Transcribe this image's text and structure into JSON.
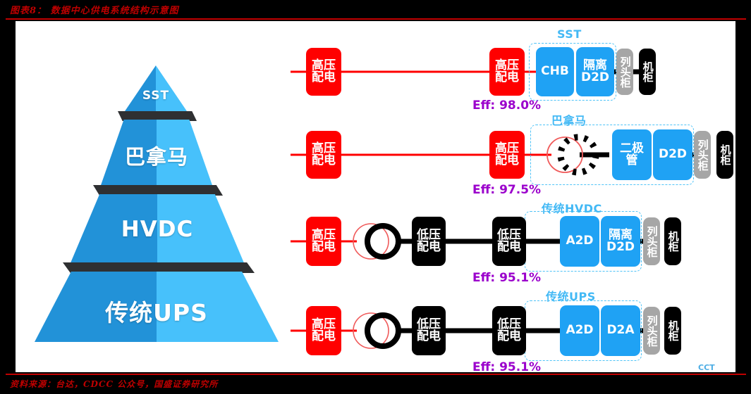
{
  "figure": {
    "title": "图表8： 数据中心供电系统结构示意图",
    "source": "资料来源：台达，CDCC 公众号，国盛证券研究所",
    "watermark": "CCT"
  },
  "colors": {
    "accent_red": "#FF0000",
    "rule_red": "#C00000",
    "title_red": "#BE0000",
    "pyramid_left": "#2292D8",
    "pyramid_right": "#47C1FB",
    "pyramid_band": "#2F3032",
    "node_blue": "#1FA2F4",
    "node_gray": "#A6A6A6",
    "node_black": "#000000",
    "group_outline": "#4FC3F7",
    "group_title": "#43B9F5",
    "eff_purple": "#9B00CC"
  },
  "pyramid": {
    "levels": [
      {
        "label": "SST",
        "font_size": "17px"
      },
      {
        "label": "巴拿马",
        "font_size": "29px"
      },
      {
        "label": "HVDC",
        "font_size": "31px"
      },
      {
        "label": "传统UPS",
        "font_size": "33px"
      }
    ]
  },
  "flows": [
    {
      "id": "sst",
      "group_title": "SST",
      "eff_label": "Eff: 98.0%",
      "nodes": [
        {
          "name": "hv-distribution-1",
          "label": "高压\n配电",
          "kind": "red"
        },
        {
          "name": "hv-distribution-2",
          "label": "高压\n配电",
          "kind": "red"
        },
        {
          "name": "chb",
          "label": "CHB",
          "kind": "blue"
        },
        {
          "name": "isolation-d2d",
          "label": "隔离\nD2D",
          "kind": "blue"
        },
        {
          "name": "row-head-cabinet",
          "label": "列头柜",
          "kind": "gray"
        },
        {
          "name": "server-cabinet",
          "label": "机柜",
          "kind": "black"
        }
      ]
    },
    {
      "id": "panama",
      "group_title": "巴拿马",
      "eff_label": "Eff: 97.5%",
      "nodes": [
        {
          "name": "hv-distribution-1",
          "label": "高压\n配电",
          "kind": "red"
        },
        {
          "name": "hv-distribution-2",
          "label": "高压\n配电",
          "kind": "red"
        },
        {
          "name": "diode",
          "label": "二极\n管",
          "kind": "blue"
        },
        {
          "name": "d2d",
          "label": "D2D",
          "kind": "blue"
        },
        {
          "name": "row-head-cabinet",
          "label": "列头柜",
          "kind": "gray"
        },
        {
          "name": "server-cabinet",
          "label": "机柜",
          "kind": "black"
        }
      ]
    },
    {
      "id": "hvdc",
      "group_title": "传统HVDC",
      "eff_label": "Eff: 95.1%",
      "nodes": [
        {
          "name": "hv-distribution",
          "label": "高压\n配电",
          "kind": "red"
        },
        {
          "name": "lv-distribution-1",
          "label": "低压\n配电",
          "kind": "black"
        },
        {
          "name": "lv-distribution-2",
          "label": "低压\n配电",
          "kind": "black"
        },
        {
          "name": "a2d",
          "label": "A2D",
          "kind": "blue"
        },
        {
          "name": "isolation-d2d",
          "label": "隔离\nD2D",
          "kind": "blue"
        },
        {
          "name": "row-head-cabinet",
          "label": "列头柜",
          "kind": "gray"
        },
        {
          "name": "server-cabinet",
          "label": "机柜",
          "kind": "black"
        }
      ]
    },
    {
      "id": "ups",
      "group_title": "传统UPS",
      "eff_label": "Eff: 95.1%",
      "nodes": [
        {
          "name": "hv-distribution",
          "label": "高压\n配电",
          "kind": "red"
        },
        {
          "name": "lv-distribution-1",
          "label": "低压\n配电",
          "kind": "black"
        },
        {
          "name": "lv-distribution-2",
          "label": "低压\n配电",
          "kind": "black"
        },
        {
          "name": "a2d",
          "label": "A2D",
          "kind": "blue"
        },
        {
          "name": "d2a",
          "label": "D2A",
          "kind": "blue"
        },
        {
          "name": "row-head-cabinet",
          "label": "列头柜",
          "kind": "gray"
        },
        {
          "name": "server-cabinet",
          "label": "机柜",
          "kind": "black"
        }
      ]
    }
  ]
}
